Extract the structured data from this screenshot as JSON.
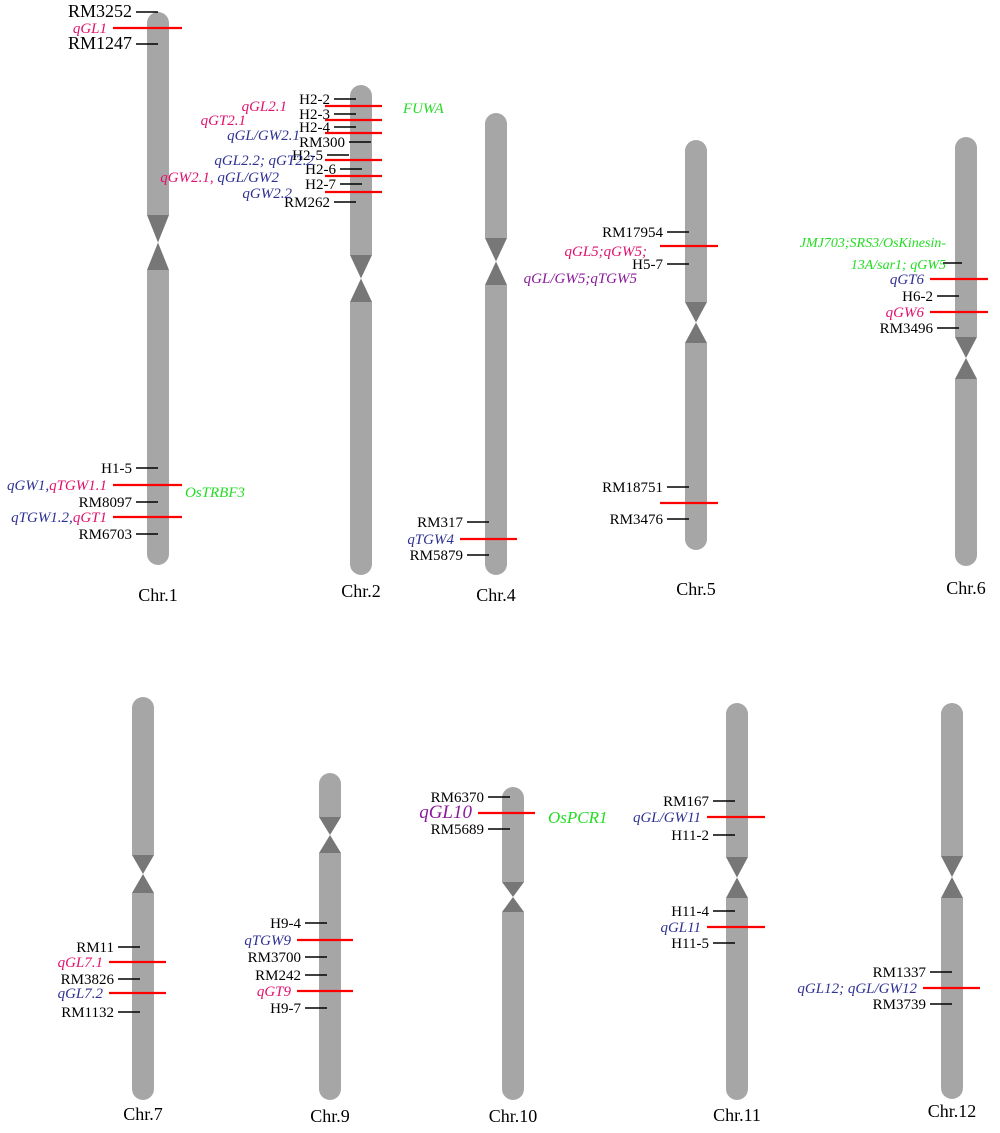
{
  "colors": {
    "chromosome_fill": "#a6a6a6",
    "centromere_fill": "#777777",
    "marker_tick": "#000000",
    "qtl_line": "#ff0000",
    "label_text": "#000000",
    "qtl_magenta": "#e0116e",
    "qtl_blue": "#2e3192",
    "qtl_purple": "#8b1a9b",
    "gene_green": "#22dd22"
  },
  "chromosomes": [
    {
      "id": "chr1",
      "label": "Chr.1",
      "markers": [
        "RM3252",
        "RM1247",
        "H1-5",
        "RM8097",
        "RM6703"
      ],
      "qtls": [
        {
          "parts": [
            {
              "text": "qGL1",
              "color": "magenta"
            }
          ]
        },
        {
          "parts": [
            {
              "text": "qGW1,",
              "color": "blue"
            },
            {
              "text": "qTGW1.1",
              "color": "magenta"
            }
          ]
        },
        {
          "parts": [
            {
              "text": "qTGW1.2,",
              "color": "blue"
            },
            {
              "text": "qGT1",
              "color": "magenta"
            }
          ]
        }
      ],
      "genes": [
        "OsTRBF3"
      ]
    },
    {
      "id": "chr2",
      "label": "Chr.2",
      "markers": [
        "H2-2",
        "H2-3",
        "H2-4",
        "RM300",
        "H2-5",
        "H2-6",
        "H2-7",
        "RM262"
      ],
      "qtls": [
        {
          "parts": [
            {
              "text": "qGL2.1",
              "color": "magenta"
            }
          ]
        },
        {
          "parts": [
            {
              "text": "qGT2.1",
              "color": "magenta"
            }
          ]
        },
        {
          "parts": [
            {
              "text": "qGL/GW2.1",
              "color": "blue"
            }
          ]
        },
        {
          "parts": [
            {
              "text": "qGL2.2; qGT2.2",
              "color": "blue"
            }
          ]
        },
        {
          "parts": [
            {
              "text": "qGW2.1, ",
              "color": "magenta"
            },
            {
              "text": "qGL/GW2",
              "color": "blue"
            }
          ]
        },
        {
          "parts": [
            {
              "text": "qGW2.2",
              "color": "blue"
            }
          ]
        }
      ],
      "genes": [
        "FUWA"
      ]
    },
    {
      "id": "chr4",
      "label": "Chr.4",
      "markers": [
        "RM317",
        "RM5879"
      ],
      "qtls": [
        {
          "parts": [
            {
              "text": "qTGW4",
              "color": "blue"
            }
          ]
        }
      ],
      "genes": []
    },
    {
      "id": "chr5",
      "label": "Chr.5",
      "markers": [
        "RM17954",
        "H5-7",
        "RM18751",
        "RM3476"
      ],
      "qtls": [
        {
          "parts": [
            {
              "text": "qGL5;qGW5;",
              "color": "magenta"
            }
          ]
        },
        {
          "parts": [
            {
              "text": "qGL/GW5;qTGW5",
              "color": "purple"
            }
          ]
        },
        {
          "parts": [
            {
              "text": "qTGW5",
              "color": "magenta"
            }
          ]
        }
      ],
      "genes": []
    },
    {
      "id": "chr6",
      "label": "Chr.6",
      "markers": [
        "H6-2",
        "RM3496"
      ],
      "qtls": [
        {
          "parts": [
            {
              "text": "qGT6",
              "color": "blue"
            }
          ]
        },
        {
          "parts": [
            {
              "text": "qGW6",
              "color": "magenta"
            }
          ]
        }
      ],
      "genes": [
        "JMJ703;SRS3/OsKinesin-",
        "13A/sar1; qGW5"
      ]
    },
    {
      "id": "chr7",
      "label": "Chr.7",
      "markers": [
        "RM11",
        "RM3826",
        "RM1132"
      ],
      "qtls": [
        {
          "parts": [
            {
              "text": "qGL7.1",
              "color": "magenta"
            }
          ]
        },
        {
          "parts": [
            {
              "text": "qGL7.2",
              "color": "blue"
            }
          ]
        }
      ],
      "genes": []
    },
    {
      "id": "chr9",
      "label": "Chr.9",
      "markers": [
        "H9-4",
        "RM3700",
        "RM242",
        "H9-7"
      ],
      "qtls": [
        {
          "parts": [
            {
              "text": "qTGW9",
              "color": "blue"
            }
          ]
        },
        {
          "parts": [
            {
              "text": "qGT9",
              "color": "magenta"
            }
          ]
        }
      ],
      "genes": []
    },
    {
      "id": "chr10",
      "label": "Chr.10",
      "markers": [
        "RM6370",
        "RM5689"
      ],
      "qtls": [
        {
          "parts": [
            {
              "text": "qGL10",
              "color": "purple"
            }
          ]
        }
      ],
      "genes": [
        "OsPCR1"
      ]
    },
    {
      "id": "chr11",
      "label": "Chr.11",
      "markers": [
        "RM167",
        "H11-2",
        "H11-4",
        "H11-5"
      ],
      "qtls": [
        {
          "parts": [
            {
              "text": "qGL/GW11",
              "color": "blue"
            }
          ]
        },
        {
          "parts": [
            {
              "text": "qGL11",
              "color": "blue"
            }
          ]
        }
      ],
      "genes": []
    },
    {
      "id": "chr12",
      "label": "Chr.12",
      "markers": [
        "RM1337",
        "RM3739"
      ],
      "qtls": [
        {
          "parts": [
            {
              "text": "qGL12; qGL/GW12",
              "color": "blue"
            }
          ]
        }
      ],
      "genes": []
    }
  ]
}
